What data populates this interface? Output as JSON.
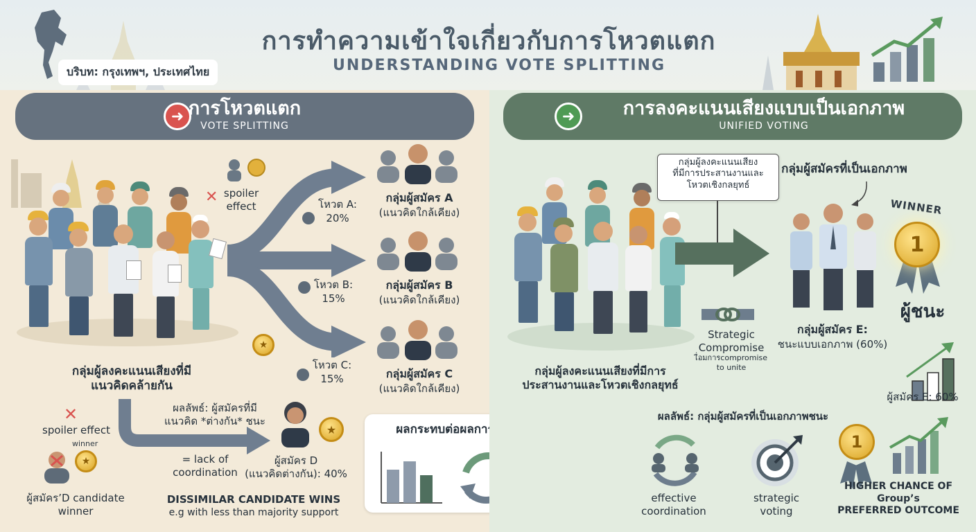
{
  "header": {
    "title_th": "การทำความเข้าใจเกี่ยวกับการโหวตแตก",
    "title_en": "UNDERSTANDING VOTE SPLITTING",
    "context": "บริบท: กรุงเทพฯ, ประเทศไทย"
  },
  "left": {
    "banner_th": "การโหวตแตก",
    "banner_en": "VOTE SPLITTING",
    "spoiler_top": "spoiler\neffect",
    "voter_group": "กลุ่มผู้ลงคะแนนเสียงที่มี\nแนวคิดคล้ายกัน",
    "votes": [
      {
        "label": "โหวต A:",
        "pct": "20%"
      },
      {
        "label": "โหวต B:",
        "pct": "15%"
      },
      {
        "label": "โหวต C:",
        "pct": "15%"
      }
    ],
    "candidates": [
      {
        "name": "กลุ่มผู้สมัคร A",
        "note": "(แนวคิดใกล้เคียง)"
      },
      {
        "name": "กลุ่มผู้สมัคร B",
        "note": "(แนวคิดใกล้เคียง)"
      },
      {
        "name": "กลุ่มผู้สมัคร C",
        "note": "(แนวคิดใกล้เคียง)"
      }
    ],
    "result": "ผลลัพธ์: ผู้สมัครที่มี\nแนวคิด *ต่างกัน* ชนะ",
    "lack": "= lack of\ncoordination",
    "spoiler_bottom": "spoiler effect",
    "winner_small": "winner",
    "d_winner": "ผู้สมัคร’D candidate\nwinner",
    "cand_d": "ผู้สมัคร D\n(แนวคิดต่างกัน): 40%",
    "dissimilar": "DISSIMILAR CANDIDATE WINS",
    "dissimilar_sub": "e.g with less than majority support"
  },
  "impact": {
    "title": "ผลกระทบต่อผลการเลือกตั้งโดยรวม"
  },
  "right": {
    "banner_th": "การลงคะแนนเสียงแบบเป็นเอกภาพ",
    "banner_en": "UNIFIED VOTING",
    "callout": "กลุ่มผู้ลงคะแนนเสียง\nที่มีการประสานงานและ\nโหวตเชิงกลยุทธ์",
    "unified_title": "กลุ่มผู้สมัครที่เป็นเอกภาพ",
    "winner": "WINNER",
    "winner_th": "ผู้ชนะ",
    "compromise": "Strategic\nCompromise",
    "compromise_sub": "เื่อมการcompromise\nto unite",
    "voter_group": "กลุ่มผู้ลงคะแนนเสียงที่มีการ\nประสานงานและโหวตเชิงกลยุทธ์",
    "cand_e": "กลุ่มผู้สมัคร E:",
    "cand_e_sub": "ชนะแบบเอกภาพ (60%)",
    "e_pct": "ผู้สมัคร E: 60%",
    "result": "ผลลัพธ์: กลุ่มผู้สมัครที่เป็นเอกภาพชนะ",
    "features": [
      "effective\ncoordination",
      "strategic\nvoting"
    ],
    "higher": "HIGHER CHANCE OF\nGroup’s\nPREFERRED OUTCOME"
  },
  "colors": {
    "banner": "#66727f",
    "banner_right": "#5f7a66",
    "arrow": "#6f7e90",
    "red": "#d9534f",
    "green": "#4f9a54"
  }
}
